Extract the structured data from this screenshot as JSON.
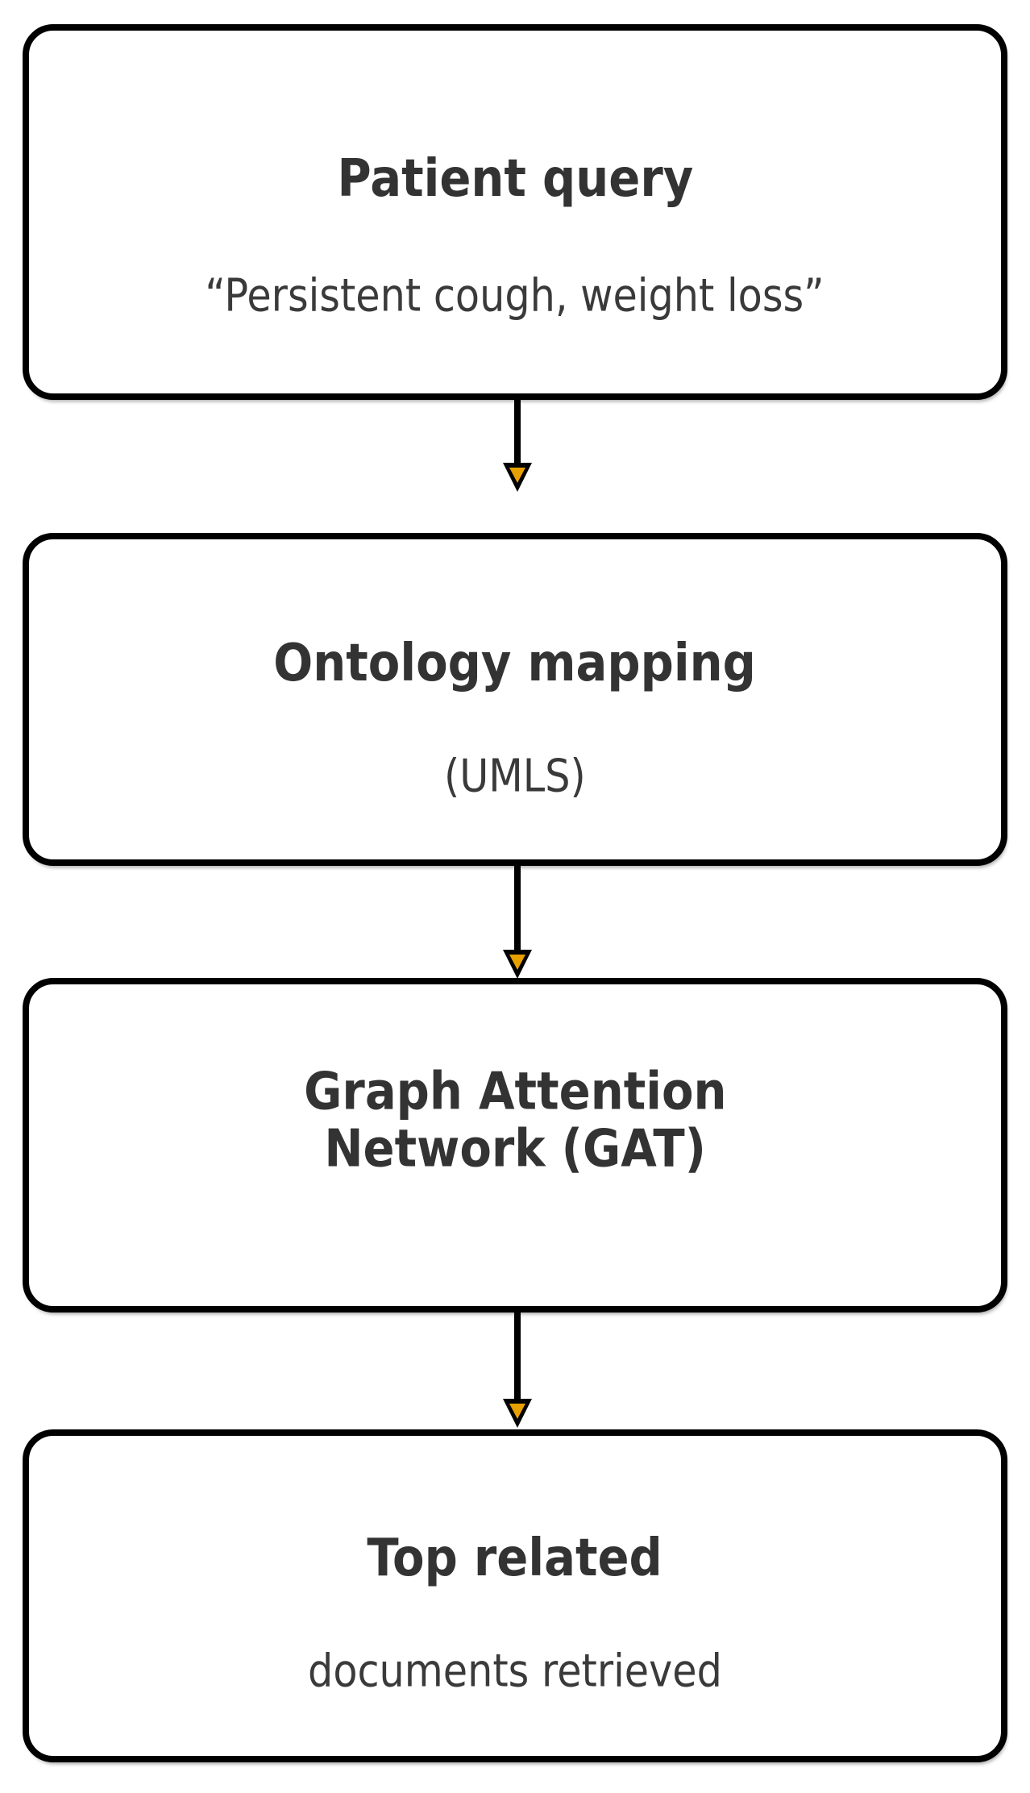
{
  "diagram": {
    "background": "#ffffff",
    "box_fill": "#ffffff",
    "box_border_color": "#000000",
    "title_color": "#333333",
    "subtitle_color": "#3a3a3a",
    "arrow_stem_color": "#000000",
    "arrowhead_fill": "#e8a000",
    "arrowhead_outline": "#000000",
    "nodes": [
      {
        "id": "patient-query",
        "title_lines": [
          "Patient query"
        ],
        "subtitle": "“Persistent cough, weight loss”"
      },
      {
        "id": "ontology-mapping",
        "title_lines": [
          "Ontology mapping"
        ],
        "subtitle": "(UMLS)"
      },
      {
        "id": "graph-attention-network",
        "title_lines": [
          "Graph Attention",
          "Network (GAT)"
        ],
        "subtitle": ""
      },
      {
        "id": "top-related",
        "title_lines": [
          "Top related"
        ],
        "subtitle": "documents retrieved"
      }
    ]
  }
}
